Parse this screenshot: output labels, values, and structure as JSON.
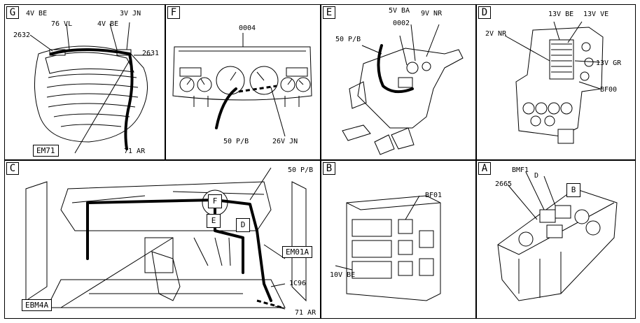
{
  "panels": {
    "G": {
      "letter": "G",
      "labels": {
        "l1": "4V BE",
        "l2": "76 VL",
        "l3": "4V BE",
        "l4": "3V JN",
        "l5": "2632",
        "l6": "2631",
        "l7": "71 AR",
        "box": "EM71"
      }
    },
    "F": {
      "letter": "F",
      "labels": {
        "l1": "0004",
        "l2": "50 P/B",
        "l3": "26V JN"
      }
    },
    "E": {
      "letter": "E",
      "labels": {
        "l1": "5V BA",
        "l2": "9V NR",
        "l3": "0002",
        "l4": "50 P/B"
      }
    },
    "D": {
      "letter": "D",
      "labels": {
        "l1": "13V BE",
        "l2": "13V VE",
        "l3": "2V NR",
        "l4": "13V GR",
        "l5": "BF00"
      }
    },
    "C": {
      "letter": "C",
      "labels": {
        "l1": "50 P/B",
        "l2": "1C96",
        "l3": "71 AR",
        "box1": "EM01A",
        "box2": "EBM4A",
        "f": "F",
        "e": "E",
        "d": "D"
      }
    },
    "B": {
      "letter": "B",
      "labels": {
        "l1": "BF01",
        "l2": "10V BE"
      }
    },
    "A": {
      "letter": "A",
      "labels": {
        "l1": "BMF1",
        "l2": "D",
        "l3": "2665",
        "b": "B"
      }
    }
  }
}
